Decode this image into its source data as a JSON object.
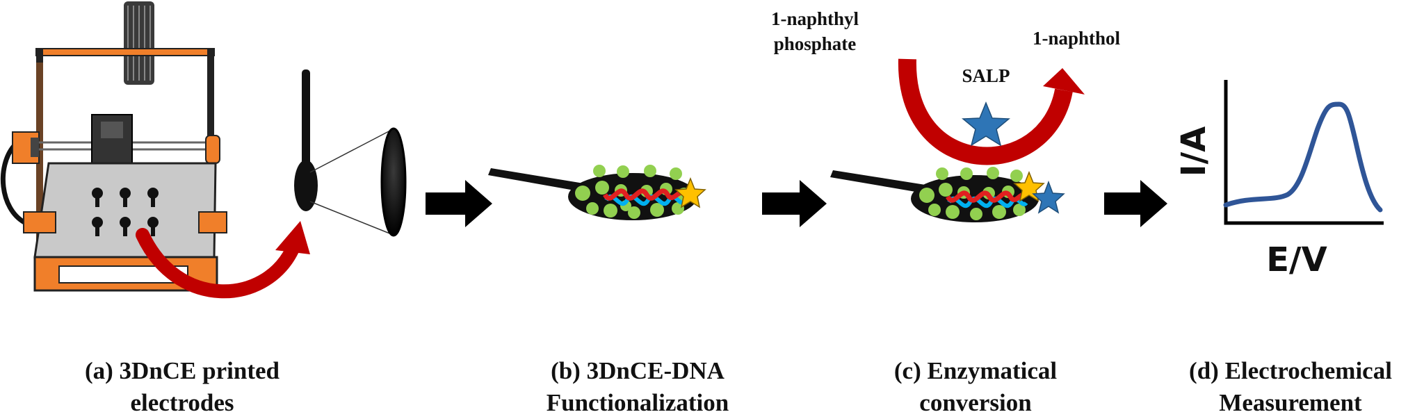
{
  "steps": [
    {
      "caption_line1": "(a) 3DnCE printed",
      "caption_line2": "electrodes"
    },
    {
      "caption_line1": "(b) 3DnCE-DNA",
      "caption_line2": "Functionalization"
    },
    {
      "caption_line1": "(c) Enzymatical",
      "caption_line2": "conversion"
    },
    {
      "caption_line1": "(d) Electrochemical",
      "caption_line2": "Measurement"
    }
  ],
  "reaction": {
    "substrate_line1": "1-naphthyl",
    "substrate_line2": "phosphate",
    "enzyme": "SALP",
    "product": "1-naphthol"
  },
  "plot": {
    "ylabel": "I/A",
    "xlabel": "E/V"
  },
  "colors": {
    "printer_orange": "#f07f2a",
    "bed_gray": "#c9c9c9",
    "curved_arrow": "#c00000",
    "electrode_black": "#000000",
    "bead_green": "#92d050",
    "dna_red": "#e02020",
    "dna_blue": "#00b0f0",
    "star_yellow": "#ffc000",
    "star_blue": "#2e75b6",
    "curve_blue": "#2f5597"
  }
}
